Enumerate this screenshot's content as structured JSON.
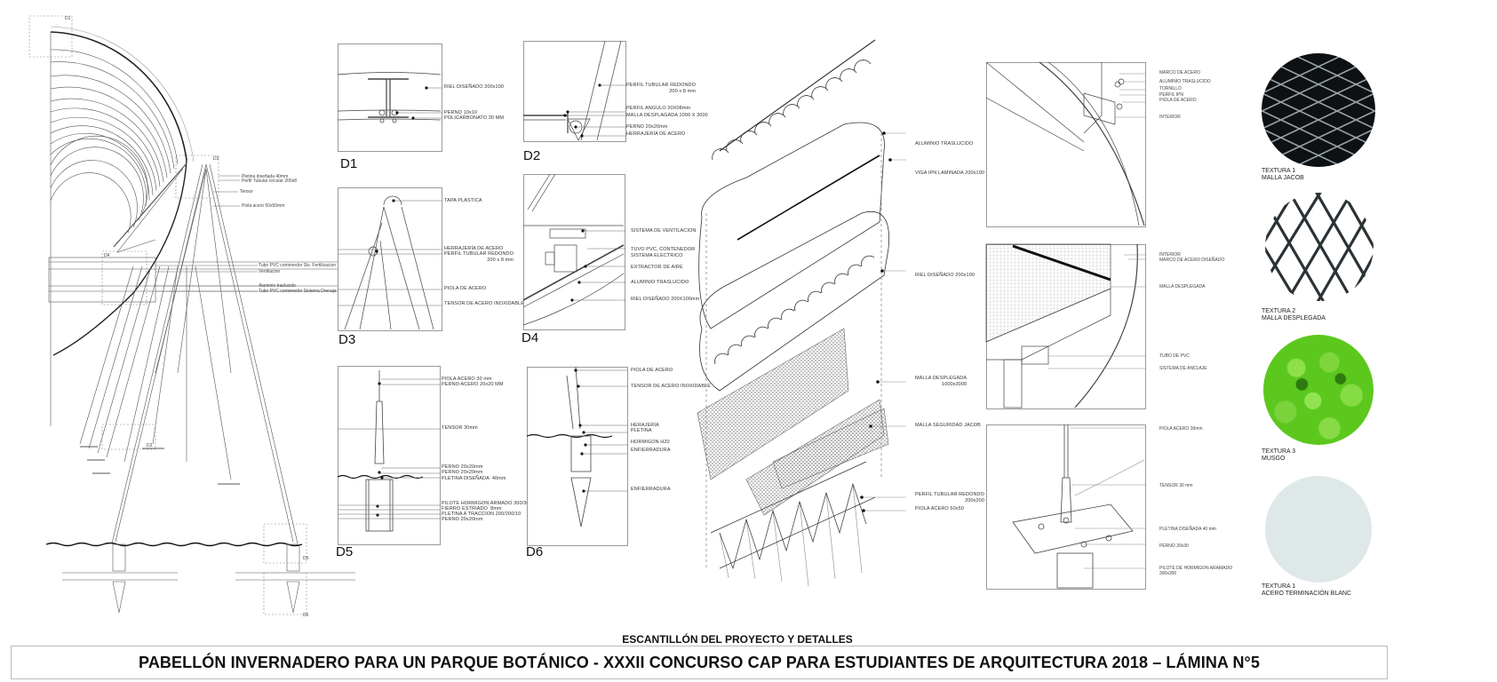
{
  "sheet": {
    "subtitle": "ESCANTILLÓN DEL PROYECTO Y DETALLES",
    "title": "PABELLÓN INVERNADERO PARA UN PARQUE BOTÁNICO - XXXII CONCURSO CAP PARA ESTUDIANTES DE ARQUITECTURA 2018 – LÁMINA N°5"
  },
  "section": {
    "callouts": [
      "D1",
      "D3",
      "D4",
      "D2",
      "D5",
      "D6"
    ],
    "labels": [
      "Pletina diseñada 40mm",
      "Perfil Tubular circular 200x8",
      "Tensor",
      "Piola acero 50x50mm",
      "Tubo PVC contenedor Sis. Fertilizacion",
      "Ventilacion",
      "Aluminio traslucido",
      "Tubo PVC contenedor Sistema Drenaje"
    ]
  },
  "details": [
    {
      "id": "D1",
      "labels": [
        "RIEL DISEÑADO 200x100",
        "PERNO 10x10",
        "POLICARBONATO 30 MM"
      ]
    },
    {
      "id": "D2",
      "labels": [
        "PERFIL TUBULAR REDONDO\n200 x 8 mm",
        "PERFIL ANGULO 30X08mm",
        "MALLA DESPLAGADA 1000 X 3000",
        "PERNO 20x20mm",
        "HERRAJERÍA DE ACERO"
      ]
    },
    {
      "id": "D3",
      "labels": [
        "TAPA PLASTICA",
        "HERRAJERÍA DE ACERO",
        "PERFIL TUBULAR REDONDO\n200 x 8 mm",
        "PIOLA DE ACERO",
        "TENSOR DE ACERO INOXIDABLE"
      ]
    },
    {
      "id": "D4",
      "labels": [
        "SISTEMA DE VENTILACION",
        "TUVO PVC, CONTENEDOR\nSISTEMA ELECTRICO",
        "EXTRACTOR DE AIRE",
        "ALUMINIO TRASLUCIDO",
        "RIEL DISEÑADO 200X100mm"
      ]
    },
    {
      "id": "D5",
      "labels": [
        "PIOLA ACERO 30 mm",
        "PERNO ACERO 20x20 MM",
        "TENSOR 30mm",
        "PERNO 20x20mm",
        "PERNO 20x20mm",
        "PLETINA DISEÑADA  40mm",
        "PILOTE HORMIGON ARMADO 300/300",
        "FIERRO ESTRIADO  8mm",
        "PLETINA A TRACCION 200/200/10",
        "PERNO 20x20mm"
      ]
    },
    {
      "id": "D6",
      "labels": [
        "PIOLA DE ACERO",
        "TENSOR DE ACERO INOXIDABLE",
        "HERAJERÍA",
        "PLETINA",
        "HORMIGON H20",
        "ENFIERRADURA",
        "ENFIERRADURA"
      ]
    }
  ],
  "exploded": {
    "labels": [
      "ALUMINIO TRASLUCIDO",
      "VIGA IPN LAMINADA 200x100",
      "RIEL DISEÑADO 200x100",
      "MALLA DESPLEGADA\n1000x3000",
      "MALLA SEGURIDAD JACOB",
      "PERFIL TUBULAR REDONDO\n200x200",
      "PIOLA ACERO 50x50"
    ]
  },
  "perspectives": [
    {
      "labels": [
        "MARCO DE ACERO",
        "ALUMINIO TRASLUCIDO",
        "TORNILLO",
        "PERFIL IPN",
        "PIOLA DE ACERO",
        "INTERIOR"
      ]
    },
    {
      "labels": [
        "INTERIOR",
        "MARCO DE ACERO DISEÑADO",
        "MALLA DESPLEGADA",
        "TUBO DE PVC",
        "SISTEMA DE ANCLAJE"
      ]
    },
    {
      "labels": [
        "PIOLA ACERO 30mm",
        "TENSOR 30 mm",
        "PLETINA DISEÑADA 40 mm",
        "PERNO 30x30",
        "PILOTE DE HORMIGON ARAMADO\n300x300"
      ]
    }
  ],
  "textures": [
    {
      "label": "TEXTURA 1\nMALLA JACOB",
      "color": "#0e1114"
    },
    {
      "label": "TEXTURA 2\nMALLA DESPLEGADA",
      "color": "#2b3235"
    },
    {
      "label": "TEXTURA 3\nMUSGO",
      "color": "#5cc81e"
    },
    {
      "label": "TEXTURA 1\nACERO TERMINACIÓN BLANC",
      "color": "#dfe8e8"
    }
  ]
}
